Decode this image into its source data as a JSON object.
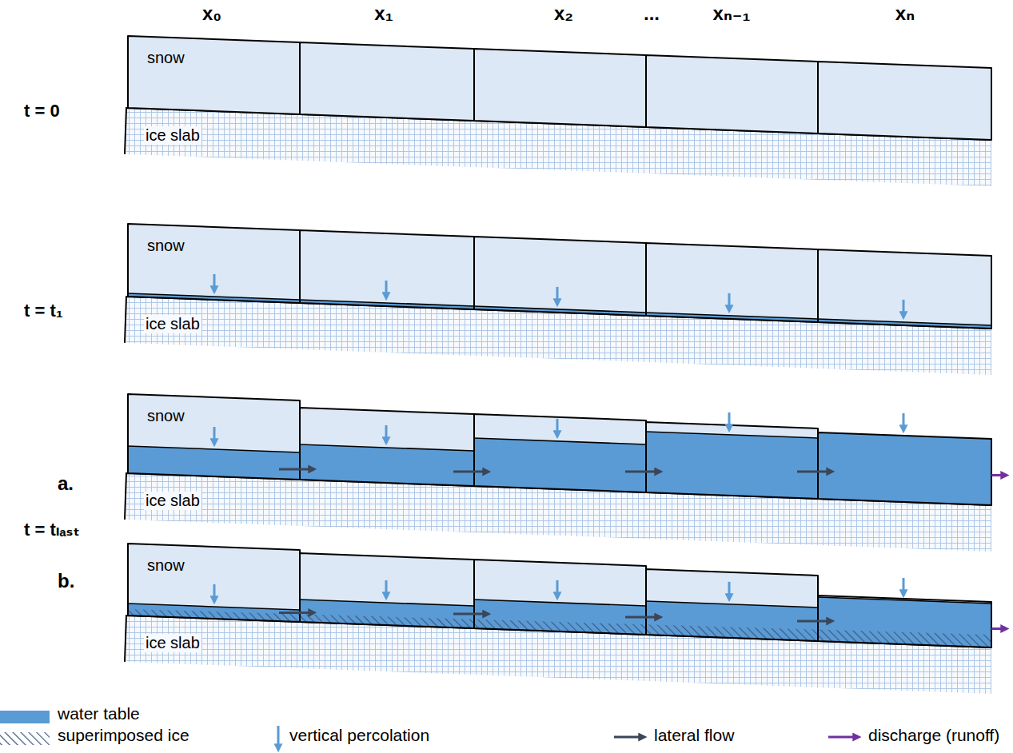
{
  "diagram": {
    "nodes": [
      {
        "text": [
          "snow"
        ]
      },
      {
        "text": [
          "ice slab"
        ]
      },
      {
        "text": [
          "snow"
        ]
      },
      {
        "text": [
          "ice slab"
        ]
      },
      {
        "text": [
          "snow"
        ]
      },
      {
        "text": [
          "ice slab"
        ]
      },
      {
        "text": [
          "snow"
        ]
      },
      {
        "text": [
          "ice slab"
        ]
      }
    ],
    "labels": [
      "x₀",
      "x₁",
      "x₂",
      "...",
      "xₙ₋₁",
      "xₙ",
      "t = 0",
      "t = t₁",
      "a.",
      "t = tₗₐₛₜ",
      "b."
    ],
    "legend": [
      {
        "text": "water table",
        "color": "#5b9bd5"
      },
      {
        "text": "superimposed ice"
      },
      {
        "text": "vertical percolation"
      },
      {
        "text": "lateral flow"
      },
      {
        "text": "discharge (runoff)"
      }
    ]
  }
}
